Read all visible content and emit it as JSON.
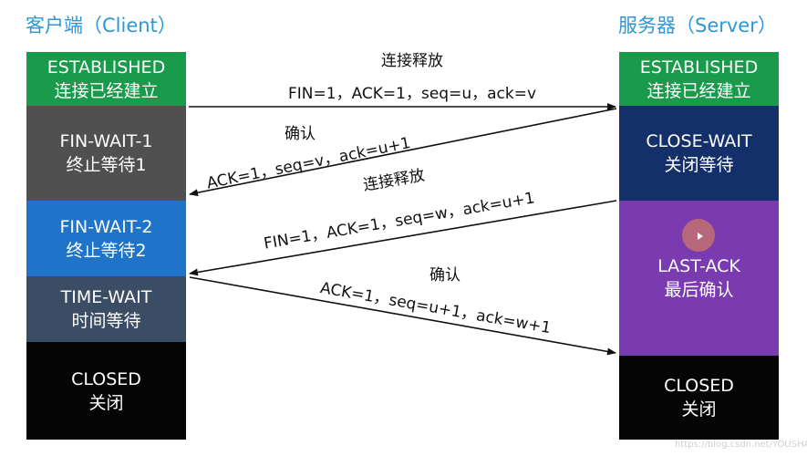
{
  "client_title": "客户端（Client）",
  "server_title": "服务器（Server）",
  "client_states": [
    {
      "en": "ESTABLISHED",
      "zh": "连接已经建立"
    },
    {
      "en": "FIN-WAIT-1",
      "zh": "终止等待1"
    },
    {
      "en": "FIN-WAIT-2",
      "zh": "终止等待2"
    },
    {
      "en": "TIME-WAIT",
      "zh": "时间等待"
    },
    {
      "en": "CLOSED",
      "zh": "关闭"
    }
  ],
  "server_states": [
    {
      "en": "ESTABLISHED",
      "zh": "连接已经建立"
    },
    {
      "en": "CLOSE-WAIT",
      "zh": "关闭等待"
    },
    {
      "en": "LAST-ACK",
      "zh": "最后确认"
    },
    {
      "en": "CLOSED",
      "zh": "关闭"
    }
  ],
  "messages": [
    {
      "title": "连接释放",
      "detail": "FIN=1，ACK=1，seq=u，ack=v"
    },
    {
      "title": "确认",
      "detail": "ACK=1，seq=v，ack=u+1"
    },
    {
      "title": "连接释放",
      "detail": "FIN=1，ACK=1，seq=w，ack=u+1"
    },
    {
      "title": "确认",
      "detail": "ACK=1，seq=u+1，ack=w+1"
    }
  ],
  "colors": {
    "title": "#2e97d6",
    "established": "#1a9b4c",
    "fin_wait_1": "#505050",
    "fin_wait_2": "#1f73c9",
    "time_wait": "#3b4d64",
    "closed": "#050505",
    "close_wait": "#14306b",
    "last_ack": "#7a3ab0"
  },
  "cursor_icon": "mouse-pointer-icon",
  "watermark": "https://blog.csdn.net/YOUSHAN"
}
